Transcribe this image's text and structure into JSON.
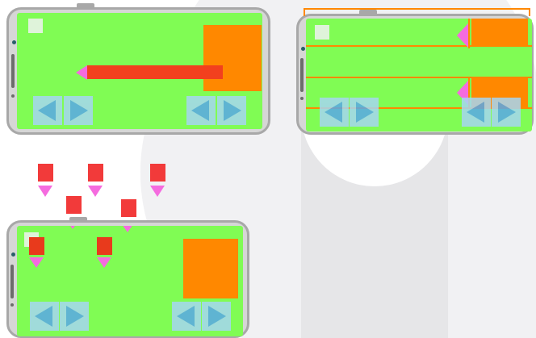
{
  "scene": {
    "background_color": "#ffffff",
    "logo_color": "#e6e6e8",
    "screen_color": "#80fc54",
    "target_color": "#ff8800",
    "player_bar_color": "#f2401e",
    "enemy_color": "#f23a3a",
    "arrow_color": "#f56bdf",
    "control_color": "#a6d6f2"
  },
  "panels": [
    {
      "name": "top-left-phone",
      "mode": "horizontal-shot"
    },
    {
      "name": "top-right-phone",
      "mode": "multi-lane-shot"
    },
    {
      "name": "bottom-left-phone",
      "mode": "falling-blocks"
    }
  ],
  "controls": {
    "left_icon": "left-triangle-icon",
    "right_icon": "right-triangle-icon",
    "pause_icon": "pause-square-icon"
  }
}
